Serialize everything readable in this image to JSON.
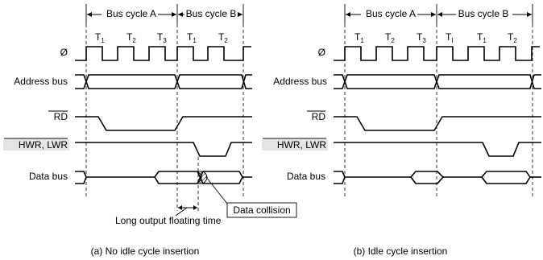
{
  "diagram_a": {
    "bus_cycle_a": "Bus cycle A",
    "bus_cycle_b": "Bus cycle B",
    "clock_label": "Ø",
    "address_label": "Address bus",
    "rd_label": "RD",
    "hwr_label": "HWR, LWR",
    "data_label": "Data bus",
    "states": [
      {
        "t": "T",
        "n": "1"
      },
      {
        "t": "T",
        "n": "2"
      },
      {
        "t": "T",
        "n": "3"
      },
      {
        "t": "T",
        "n": "1"
      },
      {
        "t": "T",
        "n": "2"
      }
    ],
    "float_label": "Long output floating time",
    "collision_label": "Data collision",
    "caption": "(a) No idle cycle insertion"
  },
  "diagram_b": {
    "bus_cycle_a": "Bus cycle A",
    "bus_cycle_b": "Bus cycle B",
    "clock_label": "Ø",
    "address_label": "Address bus",
    "rd_label": "RD",
    "hwr_label": "HWR, LWR",
    "data_label": "Data bus",
    "states": [
      {
        "t": "T",
        "n": "1"
      },
      {
        "t": "T",
        "n": "2"
      },
      {
        "t": "T",
        "n": "3"
      },
      {
        "t": "T",
        "n": "I"
      },
      {
        "t": "T",
        "n": "1"
      },
      {
        "t": "T",
        "n": "2"
      }
    ],
    "caption": "(b) Idle cycle insertion"
  }
}
